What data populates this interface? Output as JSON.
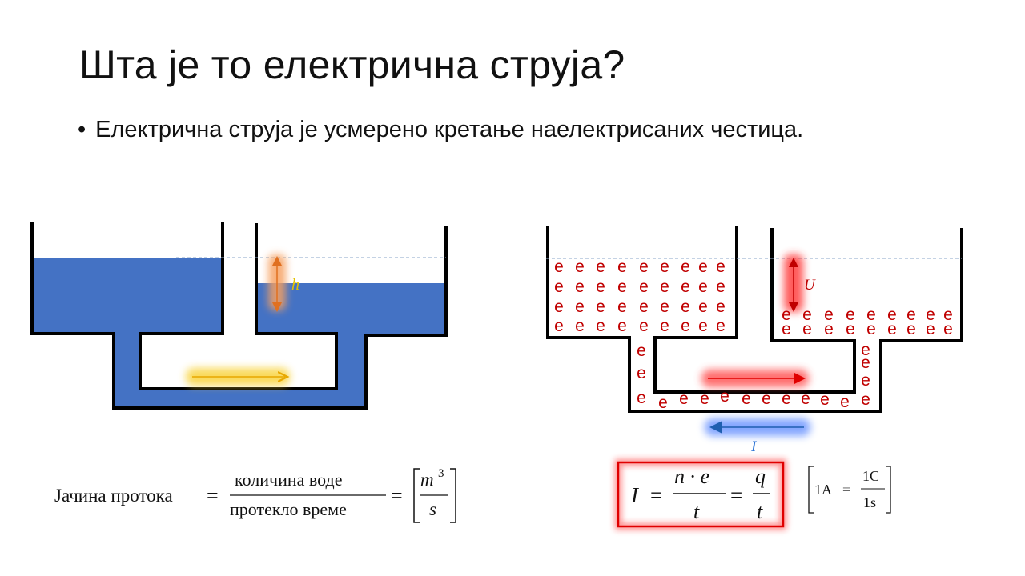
{
  "slide": {
    "title": "Шта је то електрична струја?",
    "bullet": "Електрична струја је усмерено кретање наелектрисаних честица."
  },
  "water_diagram": {
    "height_label": "h",
    "formula": {
      "lhs": "Јачина протока",
      "numerator": "количина воде",
      "denominator": "протекло време",
      "unit_num": "m",
      "unit_exp": "3",
      "unit_den": "s"
    }
  },
  "electric_diagram": {
    "electron_symbol": "e",
    "voltage_label": "U",
    "current_label": "I",
    "formula": {
      "lhs": "I",
      "num1": "n · e",
      "den1": "t",
      "num2": "q",
      "den2": "t"
    },
    "unit_definition": {
      "lhs": "1A",
      "num": "1C",
      "den": "1s"
    }
  },
  "colors": {
    "water": "#4472c4",
    "electron": "#c00000",
    "flow_arrow": "#f0b400",
    "voltage_glow": "#ff3030",
    "current_arrow": "#2e75d6",
    "level_line": "#8aa6c8"
  }
}
